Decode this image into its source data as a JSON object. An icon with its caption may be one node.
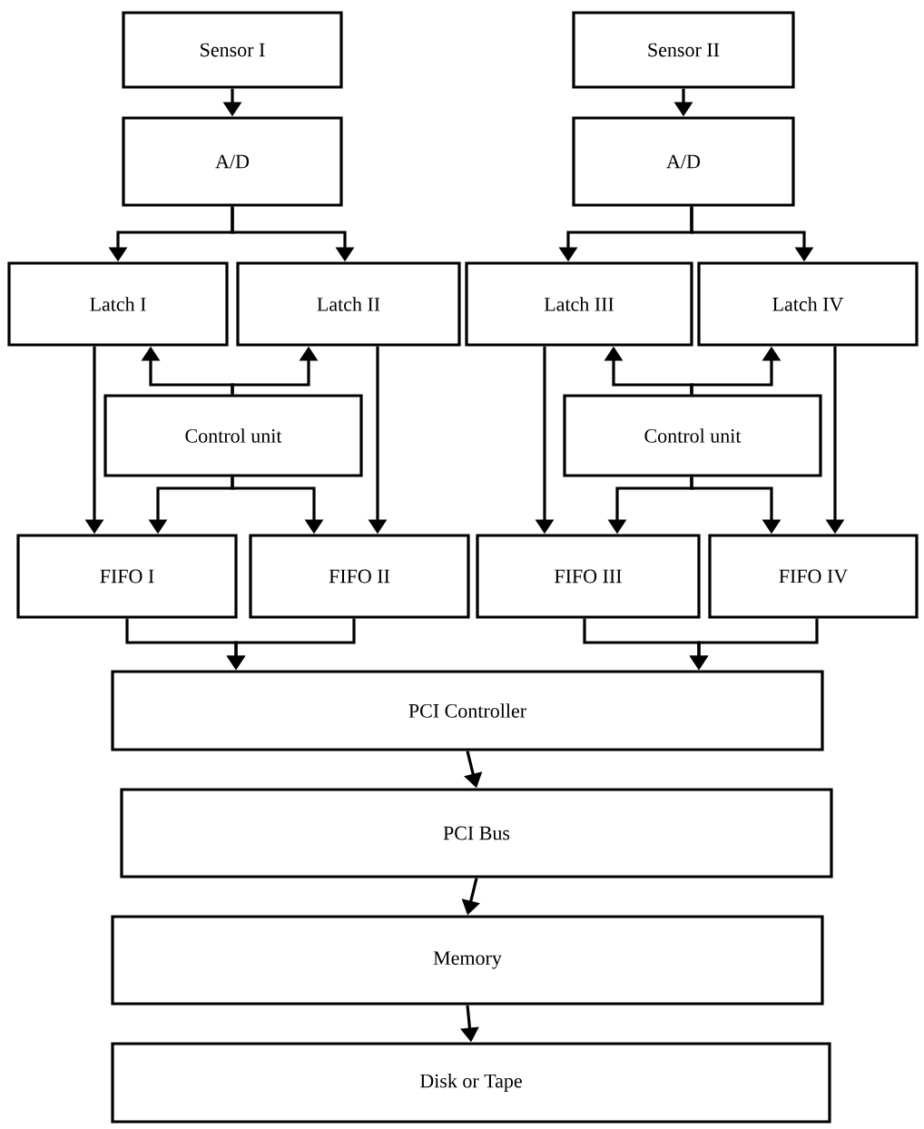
{
  "diagram": {
    "nodes": [
      {
        "text": [
          "Sensor I"
        ]
      },
      {
        "text": [
          "Sensor II"
        ]
      },
      {
        "text": [
          "A/D"
        ]
      },
      {
        "text": [
          "A/D"
        ]
      },
      {
        "text": [
          "Latch I"
        ]
      },
      {
        "text": [
          "Latch II"
        ]
      },
      {
        "text": [
          "Latch III"
        ]
      },
      {
        "text": [
          "Latch IV"
        ]
      },
      {
        "text": [
          "Control unit"
        ]
      },
      {
        "text": [
          "Control unit"
        ]
      },
      {
        "text": [
          "FIFO I"
        ]
      },
      {
        "text": [
          "FIFO II"
        ]
      },
      {
        "text": [
          "FIFO III"
        ]
      },
      {
        "text": [
          "FIFO IV"
        ]
      },
      {
        "text": [
          "PCI Controller"
        ]
      },
      {
        "text": [
          "PCI Bus"
        ]
      },
      {
        "text": [
          "Memory"
        ]
      },
      {
        "text": [
          "Disk or Tape"
        ]
      }
    ],
    "edges": [
      {
        "from": 0,
        "to": 2,
        "arrow": "to"
      },
      {
        "from": 1,
        "to": 3,
        "arrow": "to"
      },
      {
        "from": 2,
        "to": 4,
        "arrow": "to"
      },
      {
        "from": 2,
        "to": 5,
        "arrow": "to"
      },
      {
        "from": 3,
        "to": 6,
        "arrow": "to"
      },
      {
        "from": 3,
        "to": 7,
        "arrow": "to"
      },
      {
        "from": 8,
        "to": 4,
        "arrow": "to"
      },
      {
        "from": 8,
        "to": 5,
        "arrow": "to"
      },
      {
        "from": 9,
        "to": 6,
        "arrow": "to"
      },
      {
        "from": 9,
        "to": 7,
        "arrow": "to"
      },
      {
        "from": 4,
        "to": 10,
        "arrow": "to"
      },
      {
        "from": 5,
        "to": 11,
        "arrow": "to"
      },
      {
        "from": 6,
        "to": 12,
        "arrow": "to"
      },
      {
        "from": 7,
        "to": 13,
        "arrow": "to"
      },
      {
        "from": 8,
        "to": 10,
        "arrow": "to"
      },
      {
        "from": 8,
        "to": 11,
        "arrow": "to"
      },
      {
        "from": 9,
        "to": 12,
        "arrow": "to"
      },
      {
        "from": 9,
        "to": 13,
        "arrow": "to"
      },
      {
        "from": 10,
        "to": 14,
        "arrow": "to"
      },
      {
        "from": 11,
        "to": 14,
        "arrow": "to"
      },
      {
        "from": 12,
        "to": 14,
        "arrow": "to"
      },
      {
        "from": 13,
        "to": 14,
        "arrow": "to"
      },
      {
        "from": 14,
        "to": 15,
        "arrow": "to"
      },
      {
        "from": 15,
        "to": 16,
        "arrow": "to"
      },
      {
        "from": 16,
        "to": 17,
        "arrow": "to"
      }
    ]
  }
}
